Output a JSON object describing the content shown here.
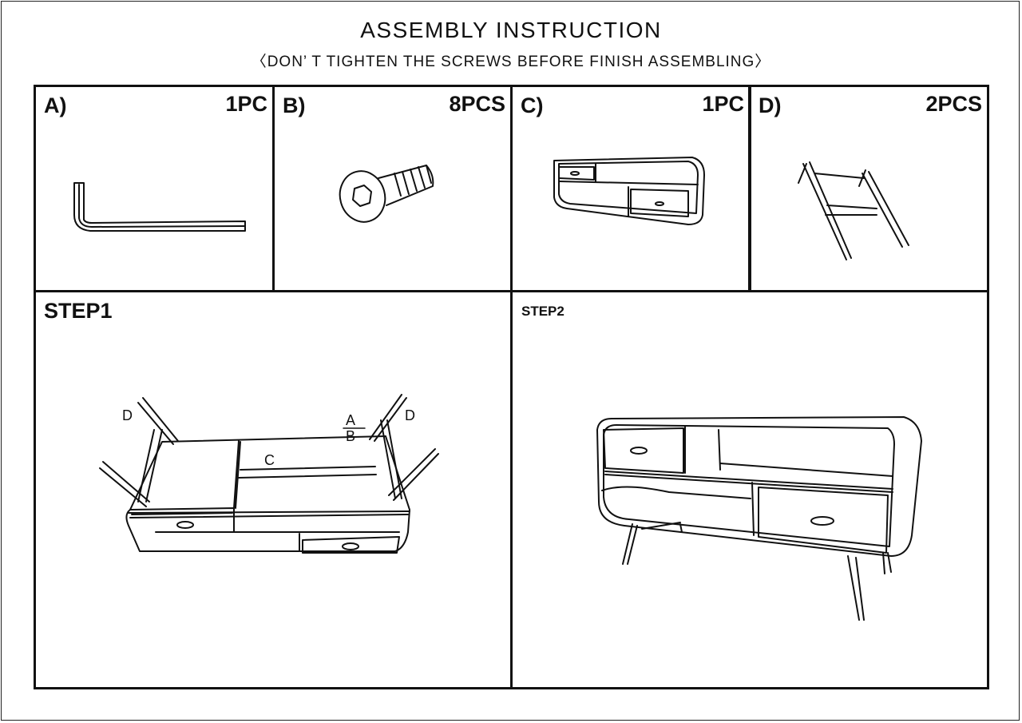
{
  "header": {
    "title": "ASSEMBLY INSTRUCTION",
    "subtitle": "〈DON’ T TIGHTEN THE SCREWS BEFORE FINISH ASSEMBLING〉"
  },
  "parts": [
    {
      "label": "A)",
      "qty": "1PC",
      "icon": "allen-key-icon"
    },
    {
      "label": "B)",
      "qty": "8PCS",
      "icon": "screw-icon"
    },
    {
      "label": "C)",
      "qty": "1PC",
      "icon": "tv-stand-body-icon"
    },
    {
      "label": "D)",
      "qty": "2PCS",
      "icon": "leg-frame-icon"
    }
  ],
  "steps": [
    {
      "label": "STEP1",
      "callouts": {
        "d_left": "D",
        "a": "A",
        "b": "B",
        "c": "C",
        "d_right": "D"
      }
    },
    {
      "label": "STEP2"
    }
  ]
}
